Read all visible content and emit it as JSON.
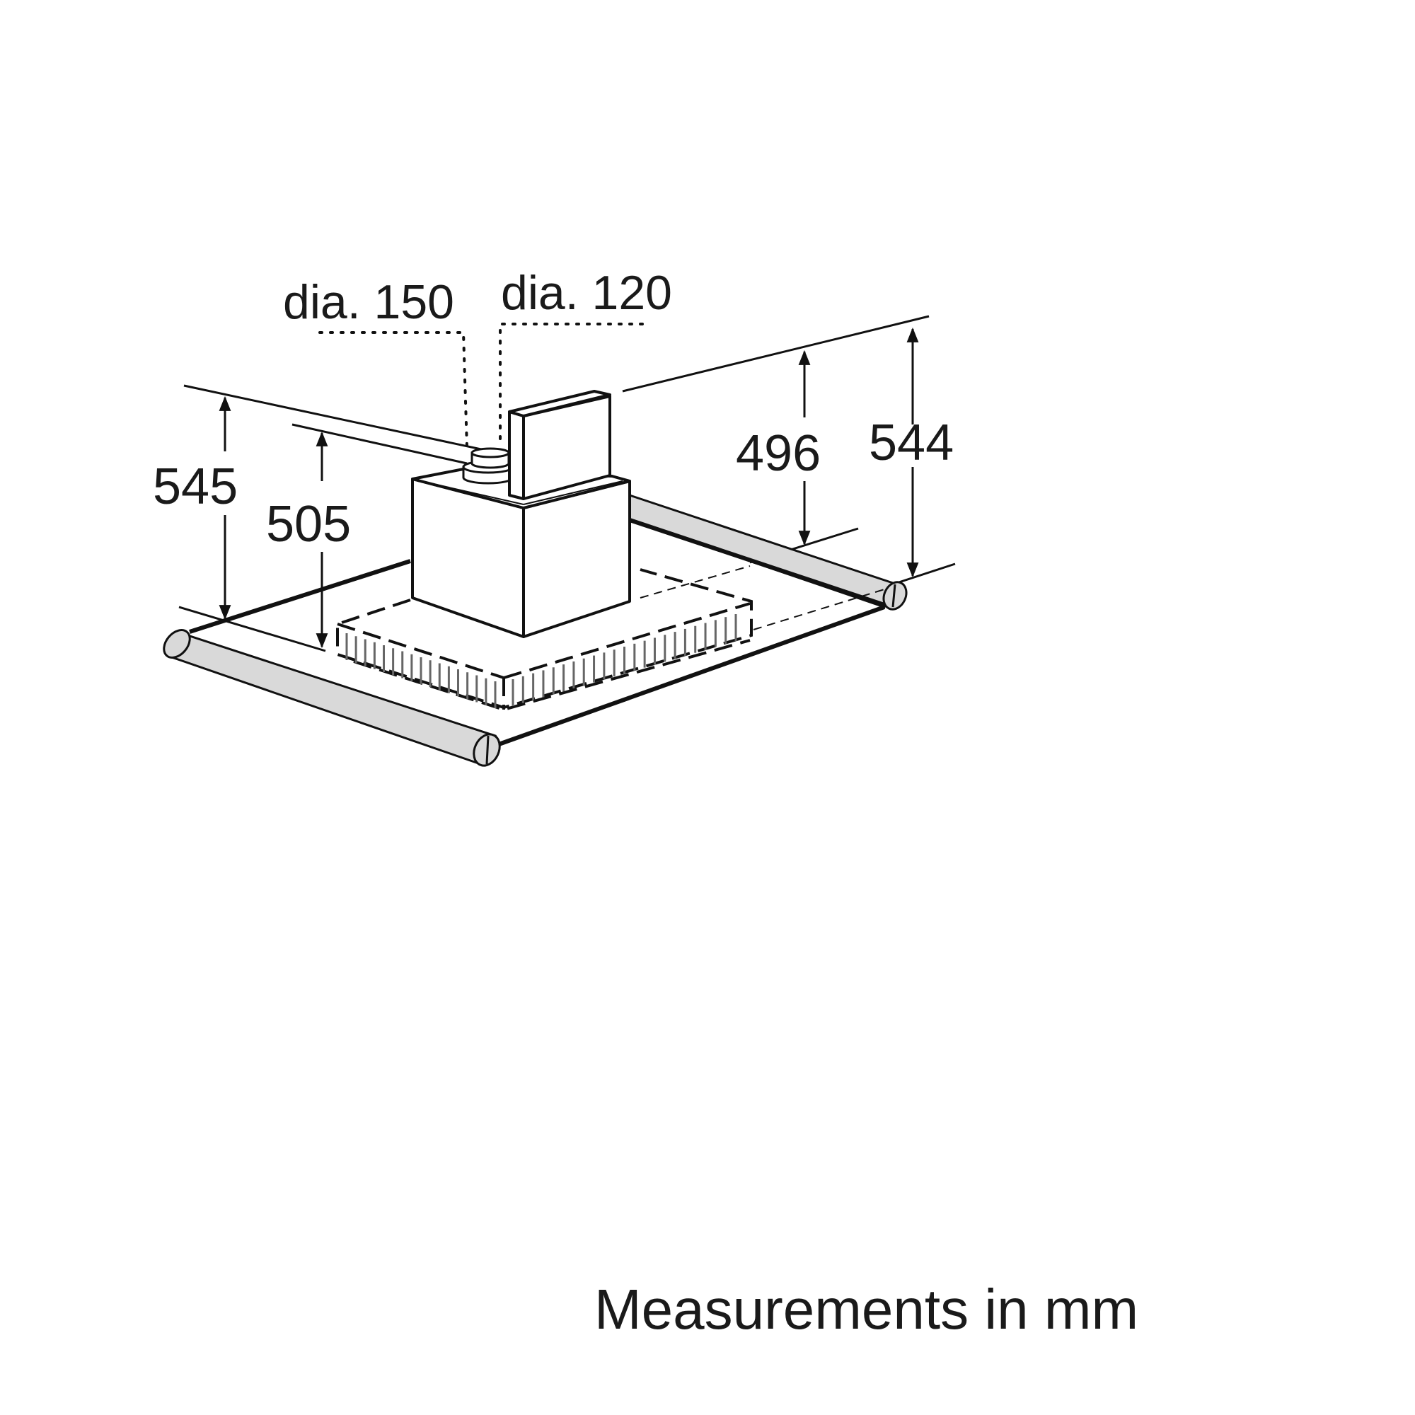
{
  "labels": {
    "dia_150": "dia. 150",
    "dia_120": "dia. 120",
    "dim_545": "545",
    "dim_505": "505",
    "dim_496": "496",
    "dim_544": "544",
    "footer": "Measurements in mm"
  },
  "colors": {
    "line": "#111111",
    "rail_fill": "#d9d9d9",
    "filter_lines": "#666666"
  }
}
